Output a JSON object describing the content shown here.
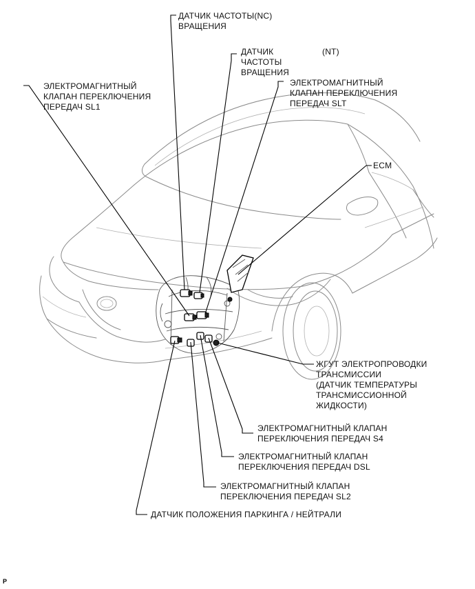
{
  "labels": {
    "nc_sensor": [
      "ДАТЧИК ЧАСТОТЫ(NC)",
      "ВРАЩЕНИЯ"
    ],
    "nt_sensor": [
      "ДАТЧИК",
      "ЧАСТОТЫ",
      "ВРАЩЕНИЯ"
    ],
    "nt_tag": "(NT)",
    "slt_valve": [
      "ЭЛЕКТРОМАГНИТНЫЙ",
      "КЛАПАН ПЕРЕКЛЮЧЕНИЯ",
      "ПЕРЕДАЧ SLT"
    ],
    "sl1_valve": [
      "ЭЛЕКТРОМАГНИТНЫЙ",
      "КЛАПАН ПЕРЕКЛЮЧЕНИЯ",
      "ПЕРЕДАЧ SL1"
    ],
    "ecm": "ECM",
    "harness": [
      "ЖГУТ ЭЛЕКТРОПРОВОДКИ",
      "ТРАНСМИССИИ",
      "(ДАТЧИК ТЕМПЕРАТУРЫ",
      "ТРАНСМИССИОННОЙ",
      "ЖИДКОСТИ)"
    ],
    "s4_valve": [
      "ЭЛЕКТРОМАГНИТНЫЙ КЛАПАН",
      "ПЕРЕКЛЮЧЕНИЯ ПЕРЕДАЧ S4"
    ],
    "dsl_valve": [
      "ЭЛЕКТРОМАГНИТНЫЙ КЛАПАН",
      "ПЕРЕКЛЮЧЕНИЯ ПЕРЕДАЧ DSL"
    ],
    "sl2_valve": [
      "ЭЛЕКТРОМАГНИТНЫЙ КЛАПАН",
      "ПЕРЕКЛЮЧЕНИЯ ПЕРЕДАЧ SL2"
    ],
    "park_neutral": "ДАТЧИК ПОЛОЖЕНИЯ ПАРКИНГА / НЕЙТРАЛИ"
  },
  "corner_mark": "P"
}
